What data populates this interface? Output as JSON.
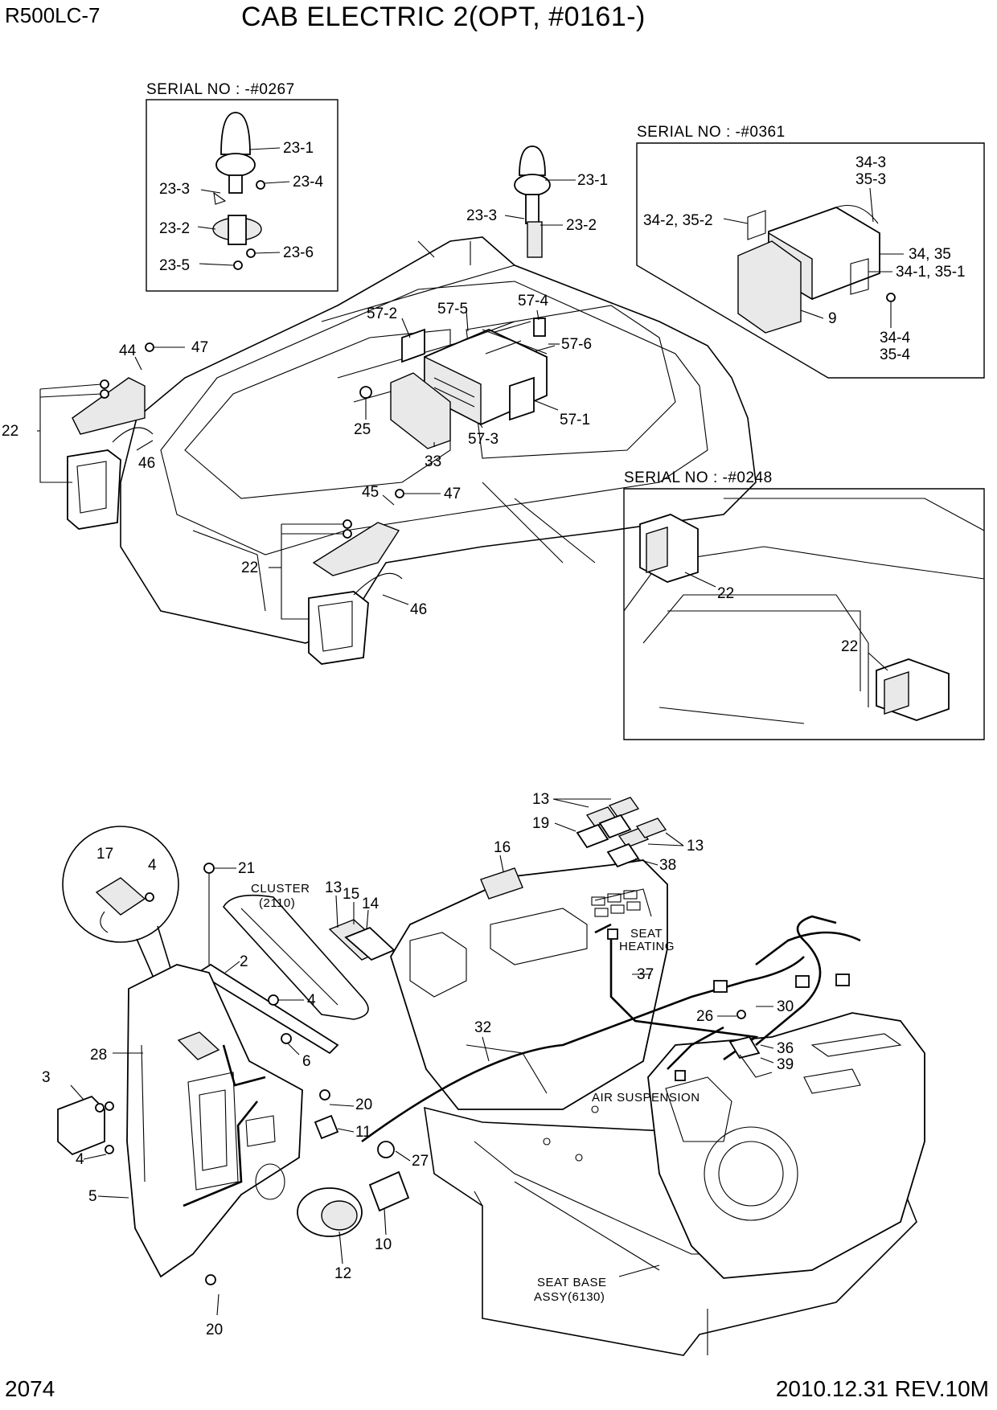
{
  "header": {
    "model": "R500LC-7",
    "title": "CAB ELECTRIC 2(OPT, #0161-)"
  },
  "footer": {
    "page_number": "2074",
    "revision": "2010.12.31  REV.10M"
  },
  "insets": {
    "beacon_serial": "SERIAL NO : -#0267",
    "radio_serial": "SERIAL NO : -#0361",
    "worklamp_serial": "SERIAL NO : -#0248"
  },
  "notes": {
    "cluster": "CLUSTER",
    "cluster_ref": "(2110)",
    "seat_heating_1": "SEAT",
    "seat_heating_2": "HEATING",
    "air_suspension": "AIR SUSPENSION",
    "seat_base_1": "SEAT BASE",
    "seat_base_2": "ASSY(6130)"
  },
  "labels": {
    "b_23_1": "23-1",
    "b_23_3": "23-3",
    "b_23_4": "23-4",
    "b_23_2": "23-2",
    "b_23_5": "23-5",
    "b_23_6": "23-6",
    "m_23_1": "23-1",
    "m_23_3": "23-3",
    "m_23_2": "23-2",
    "r_34_3": "34-3",
    "r_35_3": "35-3",
    "r_34_2": "34-2, 35-2",
    "r_34_35": "34, 35",
    "r_34_1": "34-1, 35-1",
    "r_9": "9",
    "r_34_4": "34-4",
    "r_35_4": "35-4",
    "c_57_2": "57-2",
    "c_57_5": "57-5",
    "c_57_4": "57-4",
    "c_57_6": "57-6",
    "c_57_1": "57-1",
    "c_57_3": "57-3",
    "c_25": "25",
    "c_33": "33",
    "c_44": "44",
    "c_47a": "47",
    "c_22a": "22",
    "c_46a": "46",
    "c_45": "45",
    "c_47b": "47",
    "c_22b": "22",
    "c_46b": "46",
    "w_22a": "22",
    "w_22b": "22",
    "l_13a": "13",
    "l_19": "19",
    "l_13b": "13",
    "l_38": "38",
    "l_16": "16",
    "l_17": "17",
    "l_4a": "4",
    "l_21": "21",
    "l_13c": "13",
    "l_15": "15",
    "l_14": "14",
    "l_2": "2",
    "l_4b": "4",
    "l_28": "28",
    "l_6": "6",
    "l_3": "3",
    "l_20a": "20",
    "l_11": "11",
    "l_4c": "4",
    "l_5": "5",
    "l_27": "27",
    "l_10": "10",
    "l_12": "12",
    "l_20b": "20",
    "l_37": "37",
    "l_32": "32",
    "l_26": "26",
    "l_30": "30",
    "l_36": "36",
    "l_39": "39"
  }
}
